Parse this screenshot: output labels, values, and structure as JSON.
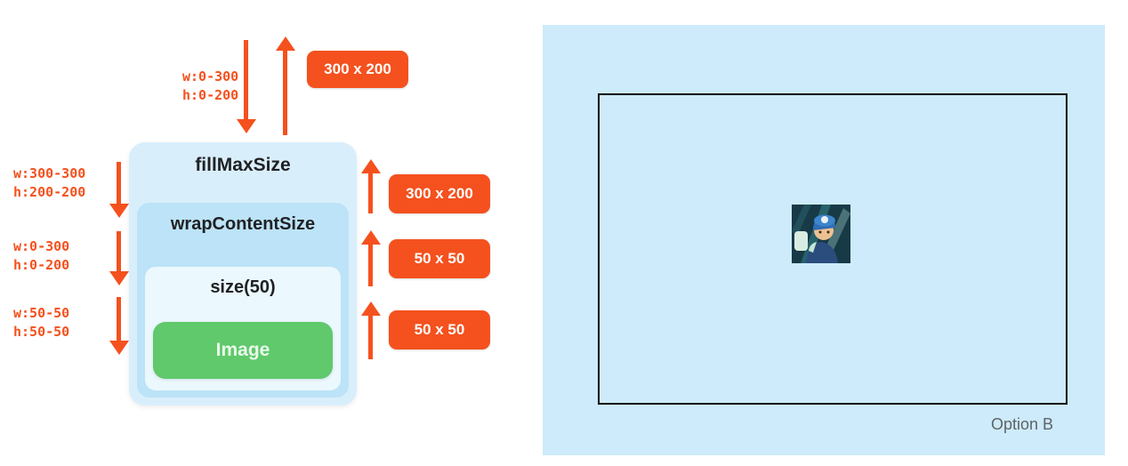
{
  "colors": {
    "accent_orange": "#F4511E",
    "box_outer_blue": "#D9EEFB",
    "box_middle_blue": "#BCE3F7",
    "box_inner_blue": "#EBF8FE",
    "image_green": "#5FC96B",
    "image_text": "#E9F8EB",
    "panel_blue": "#CDEBFA",
    "caption_gray": "#5F6368",
    "label_dark": "#202124"
  },
  "diagram": {
    "nodes": [
      {
        "label": "fillMaxSize",
        "constraint_w": "w:0-300",
        "constraint_h": "h:0-200",
        "result": "300 x 200"
      },
      {
        "label": "wrapContentSize",
        "constraint_w": "w:300-300",
        "constraint_h": "h:200-200",
        "result": "300 x 200"
      },
      {
        "label": "size(50)",
        "constraint_w": "w:0-300",
        "constraint_h": "h:0-200",
        "result": "50 x 50"
      },
      {
        "label": "Image",
        "constraint_w": "w:50-50",
        "constraint_h": "h:50-50",
        "result": "50 x 50"
      }
    ]
  },
  "preview": {
    "caption": "Option B",
    "image_alt": "cartoon character wearing a blue cap"
  }
}
